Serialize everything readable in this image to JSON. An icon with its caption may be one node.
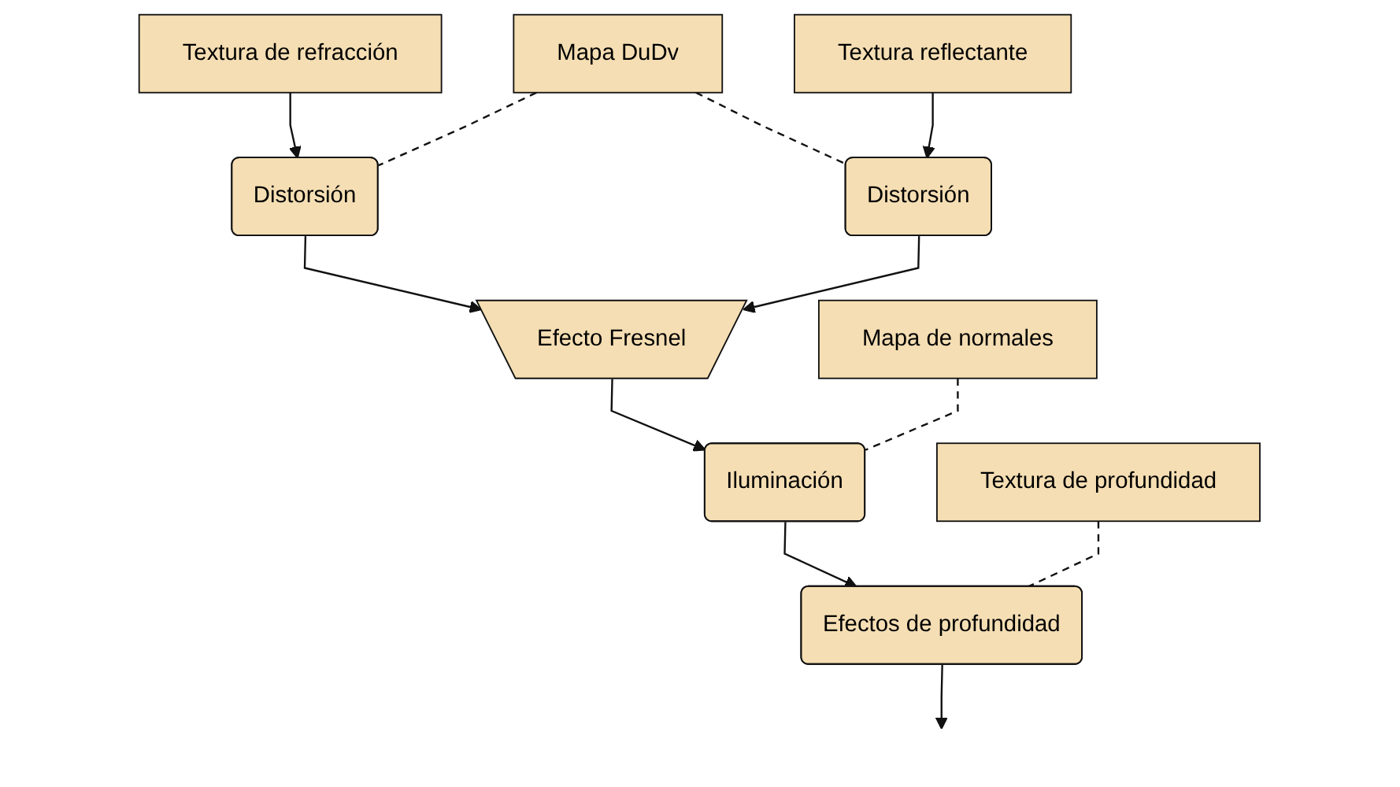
{
  "diagram": {
    "nodes": [
      {
        "text": [
          "Textura de refracción"
        ]
      },
      {
        "text": [
          "Textura reflectante"
        ]
      },
      {
        "text": [
          "Distorsión"
        ]
      },
      {
        "text": [
          "Mapa DuDv"
        ]
      },
      {
        "text": [
          "Distorsión"
        ]
      },
      {
        "text": [
          "Efecto Fresnel"
        ]
      },
      {
        "text": [
          "Iluminación"
        ]
      },
      {
        "text": [
          "Mapa de normales"
        ]
      },
      {
        "text": [
          "Efectos de profundidad"
        ]
      },
      {
        "text": [
          "Textura de profundidad"
        ]
      }
    ],
    "edges": [
      {
        "from": 0,
        "to": 2,
        "arrow": "to"
      },
      {
        "from": 1,
        "to": 4,
        "arrow": "to"
      },
      {
        "from": 3,
        "to": 2,
        "arrow": "none",
        "style": "dashed"
      },
      {
        "from": 3,
        "to": 4,
        "arrow": "none",
        "style": "dashed"
      },
      {
        "from": 2,
        "to": 5,
        "arrow": "to"
      },
      {
        "from": 4,
        "to": 5,
        "arrow": "to"
      },
      {
        "from": 5,
        "to": 6,
        "arrow": "to"
      },
      {
        "from": 7,
        "to": 6,
        "arrow": "none",
        "style": "dashed"
      },
      {
        "from": 6,
        "to": 8,
        "arrow": "to"
      },
      {
        "from": 9,
        "to": 8,
        "arrow": "none",
        "style": "dashed"
      },
      {
        "from": 8,
        "to": null,
        "arrow": "to"
      }
    ]
  }
}
